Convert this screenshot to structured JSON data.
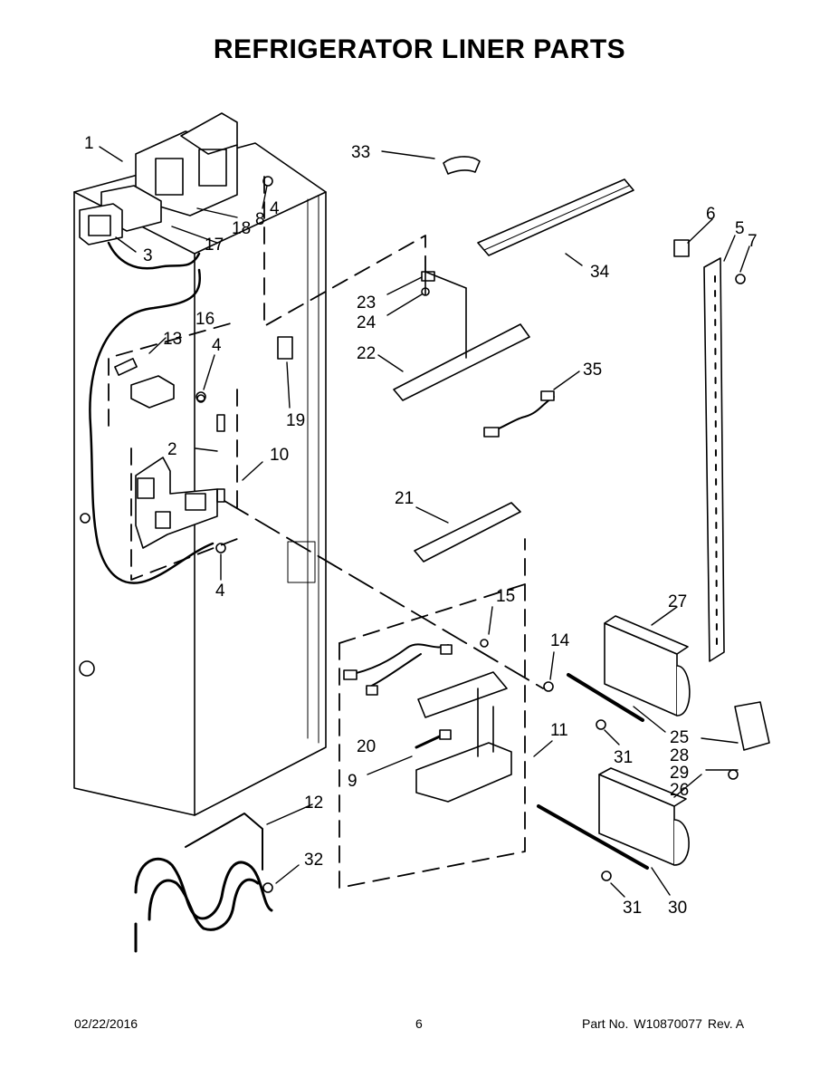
{
  "title": "REFRIGERATOR LINER PARTS",
  "callouts": [
    "1",
    "2",
    "3",
    "4",
    "4",
    "4",
    "5",
    "6",
    "7",
    "8",
    "9",
    "10",
    "11",
    "12",
    "13",
    "14",
    "15",
    "16",
    "17",
    "18",
    "19",
    "20",
    "21",
    "22",
    "23",
    "24",
    "25",
    "26",
    "27",
    "28",
    "29",
    "30",
    "31",
    "31",
    "32",
    "33",
    "34",
    "35"
  ],
  "footer": {
    "date": "02/22/2016",
    "page": "6",
    "part_label": "Part No.",
    "part_number": "W10870077",
    "revision": "Rev. A"
  }
}
